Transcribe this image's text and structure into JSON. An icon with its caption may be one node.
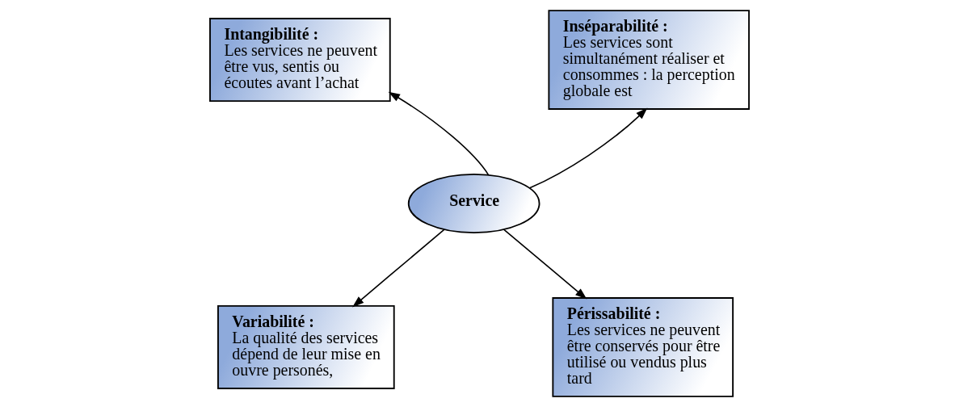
{
  "diagram": {
    "nodes": [
      {
        "text": [
          "Service"
        ]
      },
      {
        "text": [
          "Intangibilité :",
          "Les services ne peuvent être vus, sentis ou écoutes avant l’achat"
        ]
      },
      {
        "text": [
          "Inséparabilité :",
          "Les services sont simultanément réaliser et consommes : la perception globale est"
        ]
      },
      {
        "text": [
          "Variabilité :",
          "La qualité des services dépend de leur mise en ouvre personés,"
        ]
      },
      {
        "text": [
          "Périssabilité :",
          "Les services ne peuvent être conservés pour être utilisé ou vendus plus tard"
        ]
      }
    ],
    "edges": [
      {
        "from": 0,
        "to": 1,
        "arrow": "to"
      },
      {
        "from": 0,
        "to": 2,
        "arrow": "to"
      },
      {
        "from": 0,
        "to": 3,
        "arrow": "to"
      },
      {
        "from": 0,
        "to": 4,
        "arrow": "to"
      }
    ]
  }
}
